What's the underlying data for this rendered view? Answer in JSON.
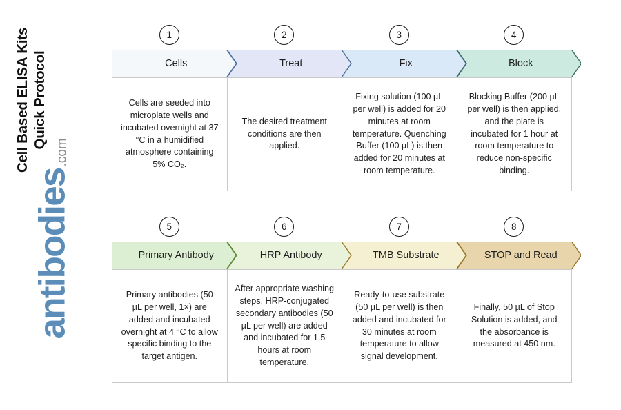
{
  "title": {
    "line1": "Cell Based ELISA Kits",
    "line2": "Quick Protocol"
  },
  "logo": {
    "word": "antibodies",
    "tld": ".com",
    "word_color": "#5b8db8",
    "tld_color": "#8a8a8a"
  },
  "rows": [
    {
      "steps": [
        {
          "number": "1",
          "label": "Cells",
          "description": "Cells are seeded into microplate wells and incubated overnight at 37 °C in a humidified atmosphere containing 5% CO₂.",
          "fill": "#f4f8fb",
          "stroke": "#5b80a8"
        },
        {
          "number": "2",
          "label": "Treat",
          "description": "The desired treatment conditions are then applied.",
          "fill": "#e2e6f7",
          "stroke": "#4f6ea0"
        },
        {
          "number": "3",
          "label": "Fix",
          "description": "Fixing solution (100 µL per well) is added for 20 minutes at room temperature. Quenching Buffer (100 µL) is then added for 20 minutes at room temperature.",
          "fill": "#d9e9f7",
          "stroke": "#4a6f9c"
        },
        {
          "number": "4",
          "label": "Block",
          "description": "Blocking Buffer (200 µL per well) is then applied, and the plate is incubated for 1 hour at room temperature to reduce non-specific binding.",
          "fill": "#cdeae1",
          "stroke": "#3d6b63"
        }
      ]
    },
    {
      "steps": [
        {
          "number": "5",
          "label": "Primary Antibody",
          "description": "Primary antibodies (50 µL per well, 1×) are added and incubated overnight at 4 °C to allow specific binding to the target antigen.",
          "fill": "#dcefd2",
          "stroke": "#4e7a33"
        },
        {
          "number": "6",
          "label": "HRP Antibody",
          "description": "After appropriate washing steps, HRP-conjugated secondary antibodies (50 µL per well) are added and incubated for 1.5 hours at room temperature.",
          "fill": "#e9f3dc",
          "stroke": "#5f8a36"
        },
        {
          "number": "7",
          "label": "TMB Substrate",
          "description": "Ready-to-use substrate (50 µL per well) is then added and incubated for 30 minutes at room temperature to allow signal development.",
          "fill": "#f6f0d3",
          "stroke": "#9a7a2e"
        },
        {
          "number": "8",
          "label": "STOP and Read",
          "description": "Finally, 50 µL of Stop Solution is added, and the absorbance is measured at 450 nm.",
          "fill": "#e8d5ab",
          "stroke": "#97762b"
        }
      ]
    }
  ]
}
